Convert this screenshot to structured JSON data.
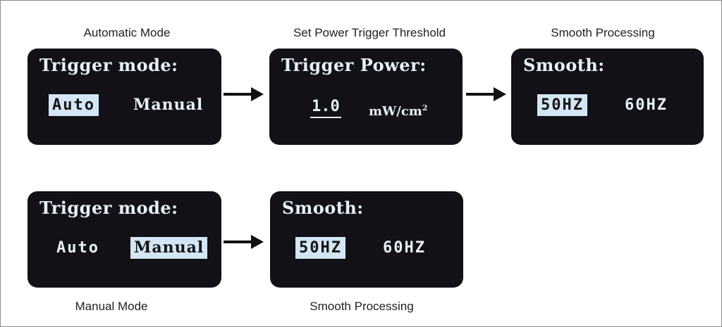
{
  "top_row": {
    "automatic_mode": {
      "caption": "Automatic Mode",
      "heading": "Trigger mode:",
      "options": [
        {
          "label": "Auto",
          "selected": true
        },
        {
          "label": "Manual",
          "selected": false
        }
      ]
    },
    "power_threshold": {
      "caption": "Set Power Trigger Threshold",
      "heading": "Trigger Power:",
      "value": "1.0",
      "unit": "mW/cm",
      "unit_superscript": "2"
    },
    "smooth": {
      "caption": "Smooth Processing",
      "heading": "Smooth:",
      "options": [
        {
          "label": "50HZ",
          "selected": true
        },
        {
          "label": "60HZ",
          "selected": false
        }
      ]
    }
  },
  "bottom_row": {
    "manual_mode": {
      "caption": "Manual Mode",
      "heading": "Trigger mode:",
      "options": [
        {
          "label": "Auto",
          "selected": false
        },
        {
          "label": "Manual",
          "selected": true
        }
      ]
    },
    "smooth": {
      "caption": "Smooth Processing",
      "heading": "Smooth:",
      "options": [
        {
          "label": "50HZ",
          "selected": true
        },
        {
          "label": "60HZ",
          "selected": false
        }
      ]
    }
  },
  "colors": {
    "screen_bg": "#121117",
    "screen_text": "#e6f0f7",
    "highlight": "#d3e6f4",
    "arrow": "#111111",
    "frame_border": "#8c8c8c"
  },
  "icons": {
    "flow_arrow": "right-arrow-icon"
  }
}
